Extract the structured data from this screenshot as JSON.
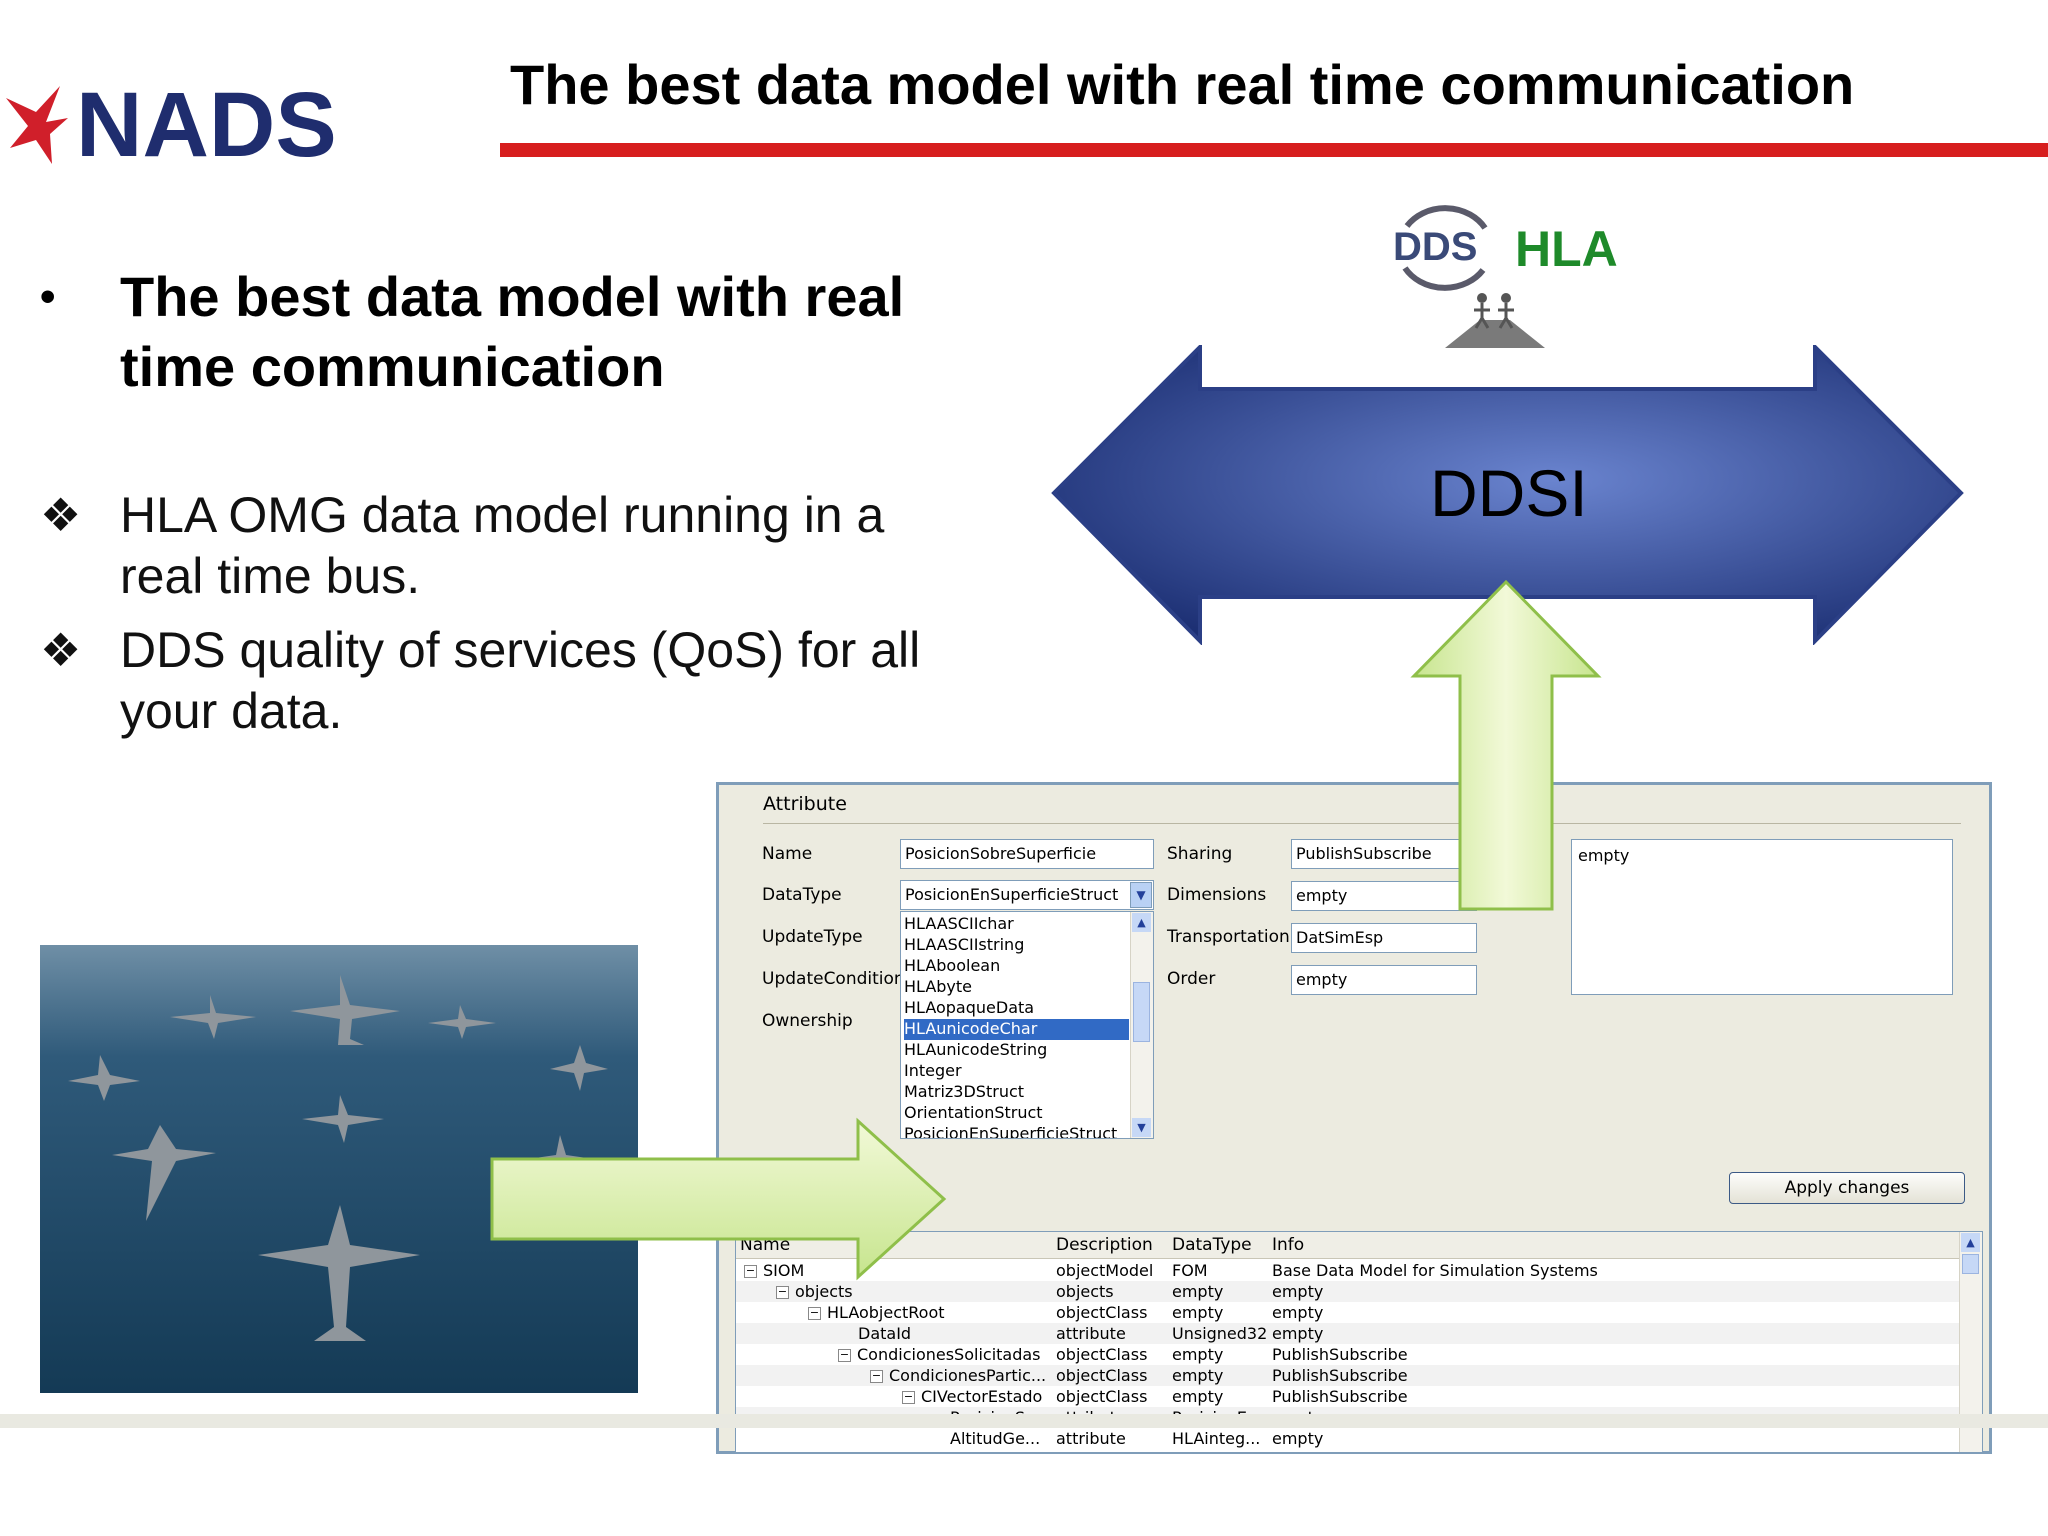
{
  "header": {
    "logo_text": "NADS",
    "title": "The best data model with real time communication"
  },
  "bullets": {
    "main": {
      "mark": "•",
      "text": "The best data model with real time communication"
    },
    "subs": [
      {
        "mark": "❖",
        "text": "HLA OMG data model running in a real time bus."
      },
      {
        "mark": "❖",
        "text": "DDS quality of services (QoS) for all your data."
      }
    ]
  },
  "diagram": {
    "dds_logo_text": "DDS",
    "hla_text": "HLA",
    "arrow_label": "DDSI",
    "colors": {
      "arrow_dark": "#1c2f73",
      "arrow_light": "#6a84cf",
      "green_light": "#f2f9d8",
      "green_dark": "#c7e58e",
      "hla_green": "#1e8a2a",
      "title_rule": "#d71e1e"
    }
  },
  "panel": {
    "group_title": "Attribute",
    "labels": {
      "name": "Name",
      "datatype": "DataType",
      "updatetype": "UpdateType",
      "updatecondition": "UpdateCondition",
      "ownership": "Ownership",
      "sharing": "Sharing",
      "dimensions": "Dimensions",
      "transportation": "Transportation",
      "order": "Order"
    },
    "values": {
      "name": "PosicionSobreSuperficie",
      "datatype": "PosicionEnSuperficieStruct",
      "sharing": "PublishSubscribe",
      "dimensions": "empty",
      "transportation": "DatSimEsp",
      "order": "empty",
      "info": "empty"
    },
    "dropdown_options": [
      "HLAASCIIchar",
      "HLAASCIIstring",
      "HLAboolean",
      "HLAbyte",
      "HLAopaqueData",
      "HLAunicodeChar",
      "HLAunicodeString",
      "Integer",
      "Matriz3DStruct",
      "OrientationStruct",
      "PosicionEnSuperficieStruct"
    ],
    "dropdown_selected": "HLAunicodeChar",
    "apply_label": "Apply changes",
    "tree": {
      "columns": [
        "Name",
        "Description",
        "DataType",
        "Info"
      ],
      "rows": [
        {
          "name": "SIOM",
          "description": "objectModel",
          "datatype": "FOM",
          "info": "Base Data Model for Simulation Systems"
        },
        {
          "name": "objects",
          "description": "objects",
          "datatype": "empty",
          "info": "empty"
        },
        {
          "name": "HLAobjectRoot",
          "description": "objectClass",
          "datatype": "empty",
          "info": "empty"
        },
        {
          "name": "DataId",
          "description": "attribute",
          "datatype": "Unsigned32",
          "info": "empty"
        },
        {
          "name": "CondicionesSolicitadas",
          "description": "objectClass",
          "datatype": "empty",
          "info": "PublishSubscribe"
        },
        {
          "name": "CondicionesPartic...",
          "description": "objectClass",
          "datatype": "empty",
          "info": "PublishSubscribe"
        },
        {
          "name": "CIVectorEstado",
          "description": "objectClass",
          "datatype": "empty",
          "info": "PublishSubscribe"
        },
        {
          "name": "PosicionS...",
          "description": "attribute",
          "datatype": "PosicionE...",
          "info": "empty"
        },
        {
          "name": "AltitudGe...",
          "description": "attribute",
          "datatype": "HLAinteg...",
          "info": "empty"
        }
      ]
    }
  }
}
